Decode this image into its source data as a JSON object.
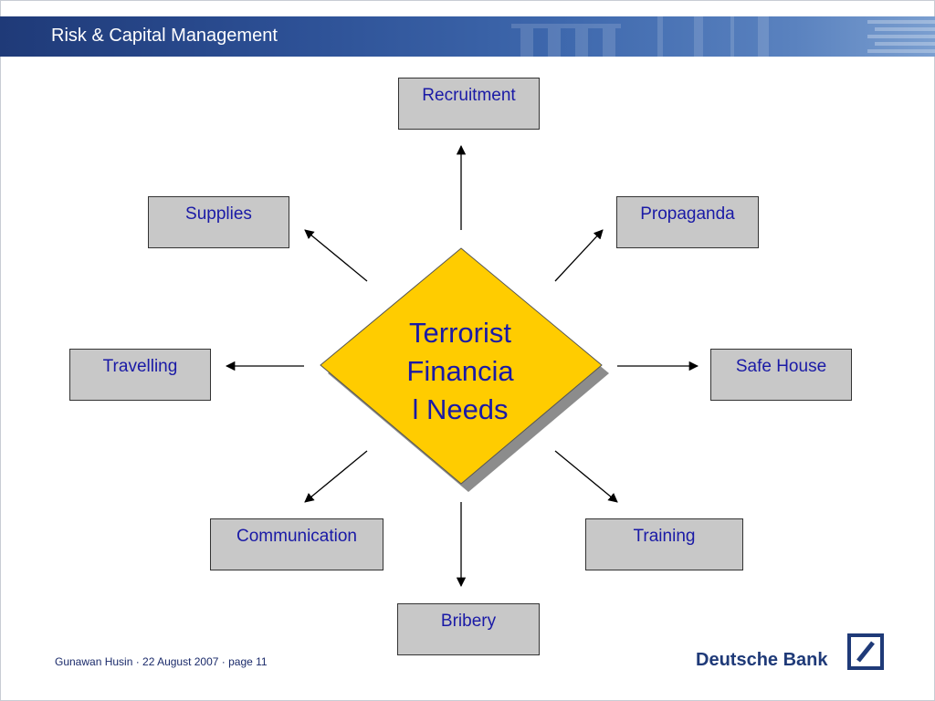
{
  "header": {
    "title": "Risk & Capital Management"
  },
  "diagram": {
    "center_lines": [
      "Terrorist",
      "Financia",
      "l Needs"
    ],
    "nodes": {
      "recruitment": "Recruitment",
      "supplies": "Supplies",
      "propaganda": "Propaganda",
      "travelling": "Travelling",
      "safe_house": "Safe House",
      "communication": "Communication",
      "training": "Training",
      "bribery": "Bribery"
    }
  },
  "footer": {
    "text": "Gunawan Husin · 22 August 2007 · page 11"
  },
  "brand": {
    "name": "Deutsche Bank"
  },
  "colors": {
    "center_fill": "#ffcc00",
    "node_fill": "#c8c8c8",
    "label_text": "#1a1aa6",
    "header_blue": "#2c4f94"
  }
}
